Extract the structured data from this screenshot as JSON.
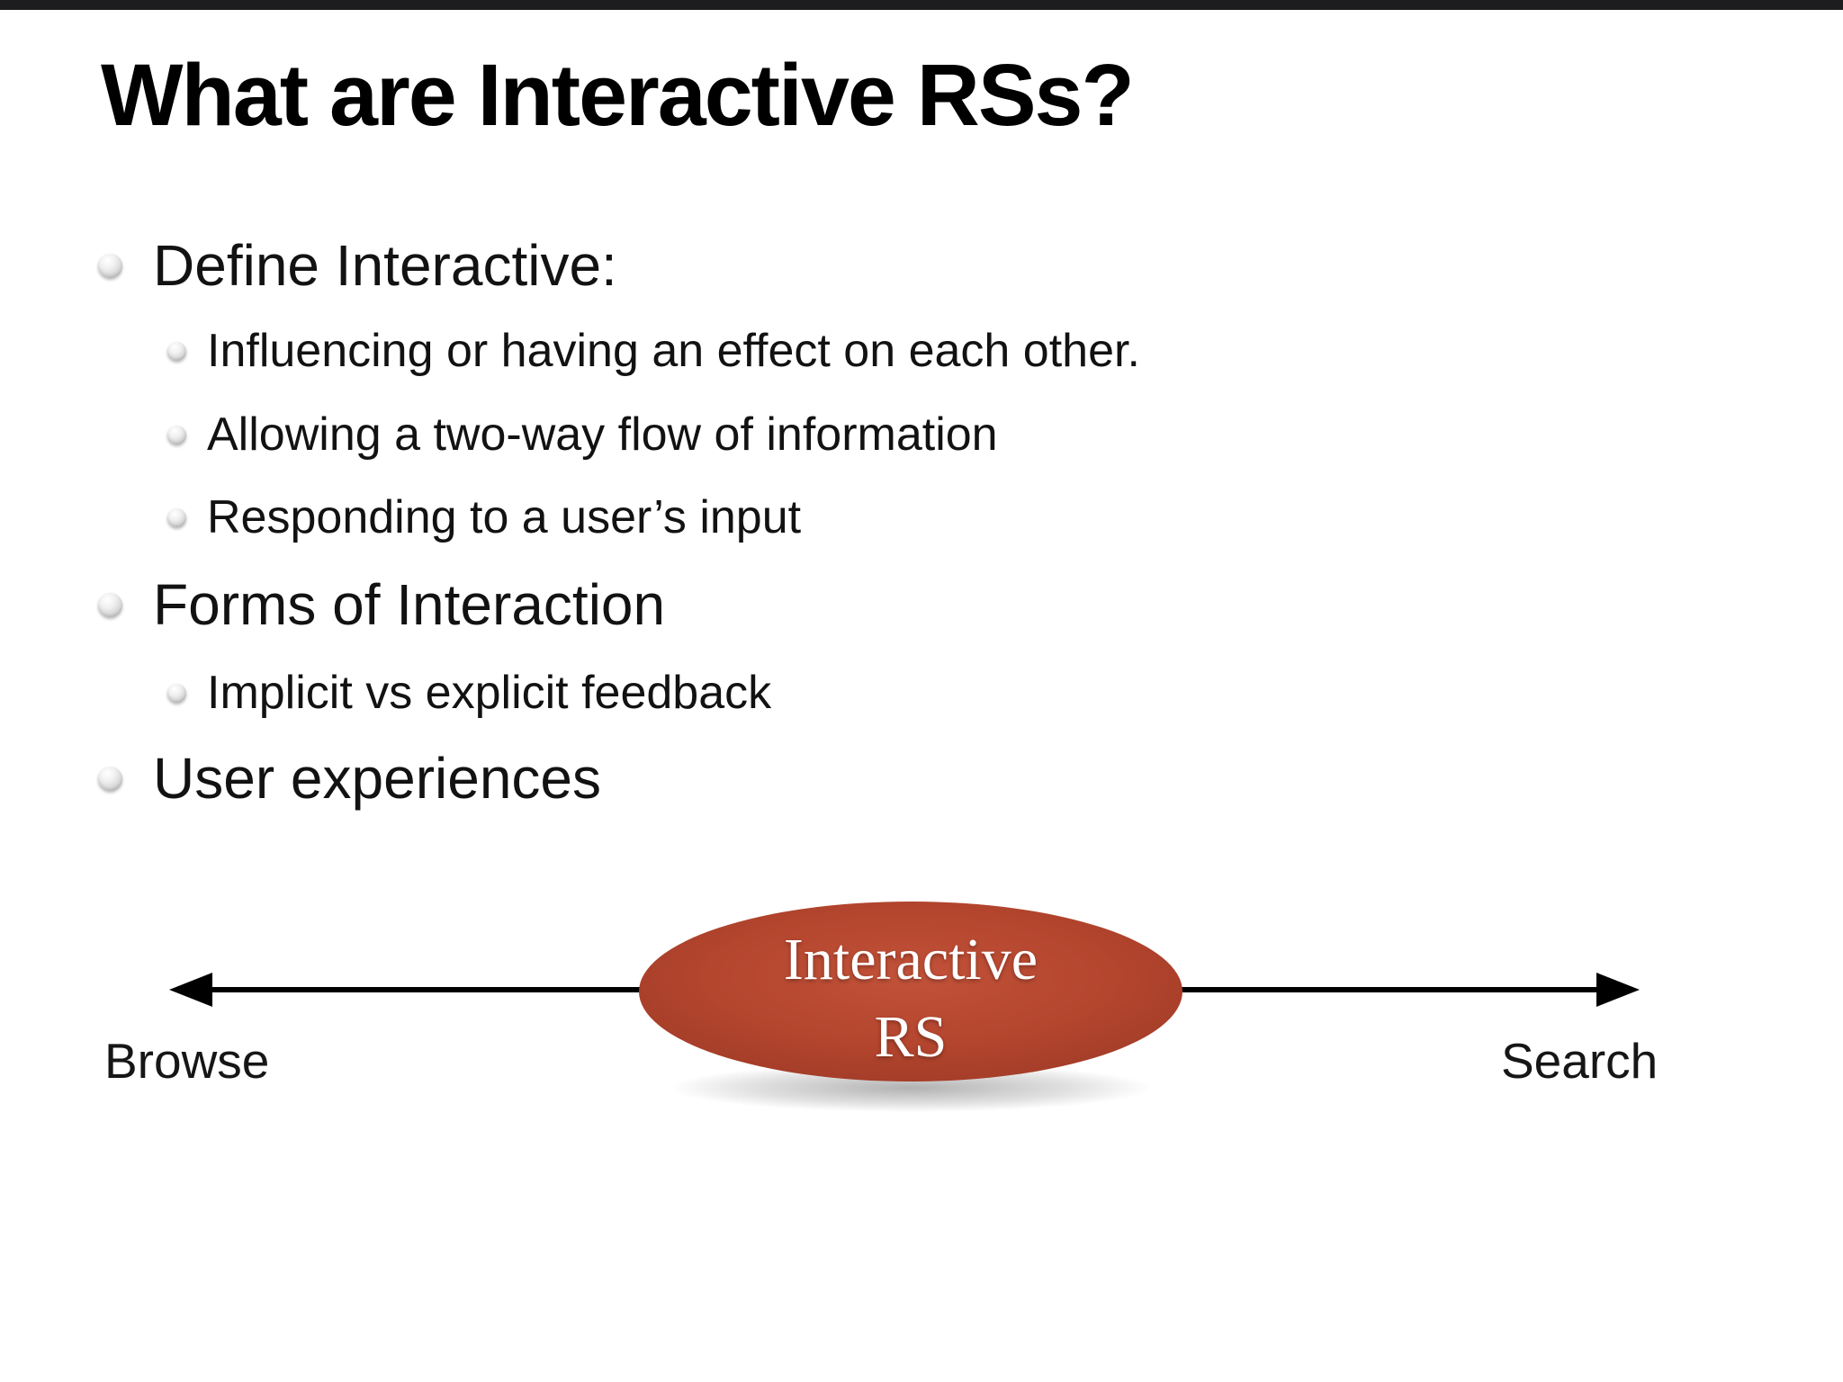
{
  "slide": {
    "title": "What are Interactive RSs?",
    "bullets": [
      {
        "level": 1,
        "text": "Define Interactive:"
      },
      {
        "level": 2,
        "text": "Influencing or having an effect on each other."
      },
      {
        "level": 2,
        "text": "Allowing a two-way flow of information"
      },
      {
        "level": 2,
        "text": "Responding to a user’s input"
      },
      {
        "level": 1,
        "text": "Forms of Interaction"
      },
      {
        "level": 2,
        "text": "Implicit vs explicit feedback"
      },
      {
        "level": 1,
        "text": "User experiences"
      }
    ],
    "diagram": {
      "node_line1": "Interactive",
      "node_line2": "RS",
      "left_label": "Browse",
      "right_label": "Search",
      "node_color": "#b4452e",
      "line_color": "#000000"
    }
  }
}
